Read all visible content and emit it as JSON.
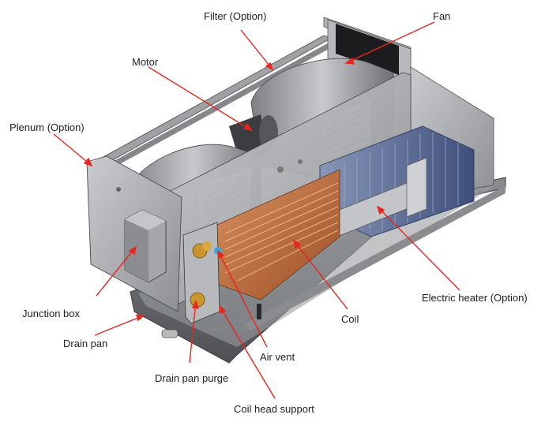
{
  "diagram": {
    "labels": {
      "filter": "Filter (Option)",
      "fan": "Fan",
      "motor": "Motor",
      "plenum": "Plenum (Option)",
      "junction_box": "Junction box",
      "drain_pan": "Drain pan",
      "drain_pan_purge": "Drain pan purge",
      "air_vent": "Air vent",
      "coil": "Coil",
      "coil_head_support": "Coil head support",
      "electric_heater": "Electric heater (Option)"
    },
    "colors": {
      "leader": "#e8261d",
      "metal": "#a9abae",
      "metal_dark": "#6d6f72",
      "copper": "#c26a3a",
      "heater": "#5a6d9a",
      "brass": "#c8952e"
    }
  }
}
